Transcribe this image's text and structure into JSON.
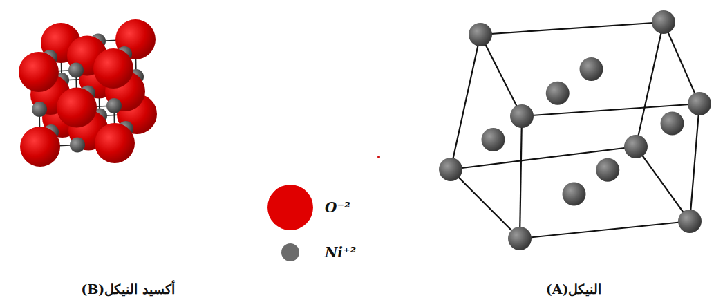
{
  "diagram": {
    "labels": [
      "أكسيد النيكل(B)",
      "النيكل(A)"
    ],
    "legend": [
      {
        "text": "O⁻²",
        "color": "#e00000"
      },
      {
        "text": "Ni⁺²",
        "color": "#6b6b6b"
      }
    ]
  }
}
